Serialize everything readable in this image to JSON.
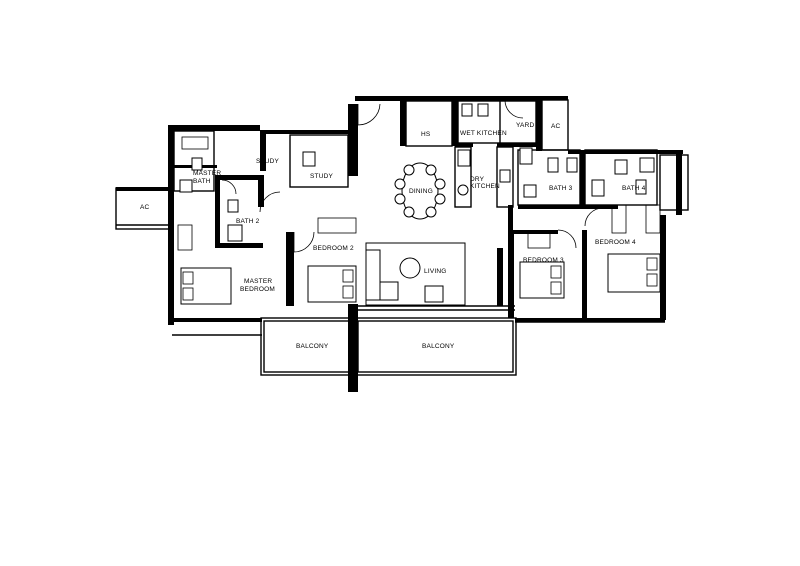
{
  "plan": {
    "rooms": {
      "hs": "HS",
      "wet_kitchen": "WET KITCHEN",
      "yard": "YARD",
      "ac_top": "AC",
      "study_1": "STUDY",
      "study_2": "STUDY",
      "dining": "DINING",
      "dry_kitchen_line1": "DRY",
      "dry_kitchen_line2": "KITCHEN",
      "master_bath_line1": "MASTER",
      "master_bath_line2": "BATH",
      "bath_2": "BATH 2",
      "ac_left": "AC",
      "bath_3": "BATH 3",
      "bath_4": "BATH 4",
      "bedroom_2": "BEDROOM 2",
      "bedroom_3": "BEDROOM 3",
      "bedroom_4": "BEDROOM 4",
      "master_bedroom_line1": "MASTER",
      "master_bedroom_line2": "BEDROOM",
      "living": "LIVING",
      "balcony_1": "BALCONY",
      "balcony_2": "BALCONY"
    }
  }
}
